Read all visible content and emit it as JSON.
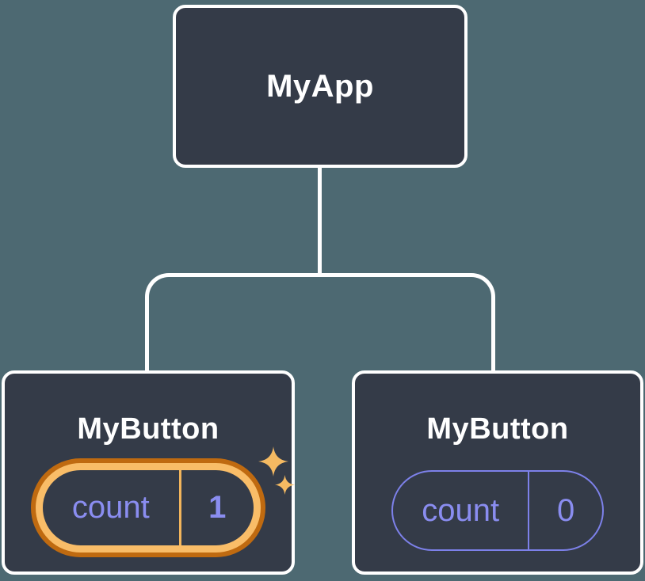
{
  "diagram": {
    "root": {
      "label": "MyApp"
    },
    "children": [
      {
        "label": "MyButton",
        "state_key": "count",
        "state_value": "1",
        "highlighted": true
      },
      {
        "label": "MyButton",
        "state_key": "count",
        "state_value": "0",
        "highlighted": false
      }
    ]
  },
  "colors": {
    "canvas_bg": "#4d6972",
    "node_bg": "#343b48",
    "node_border": "#ffffff",
    "connector": "#ffffff",
    "label_text": "#ffffff",
    "state_text": "#8a8df0",
    "state_border_default": "#7d81ea",
    "highlight_outer": "#bf6a10",
    "highlight_inner": "#f9bd68",
    "highlight_divider": "#f2b55c",
    "sparkle": "#f5ba62"
  }
}
